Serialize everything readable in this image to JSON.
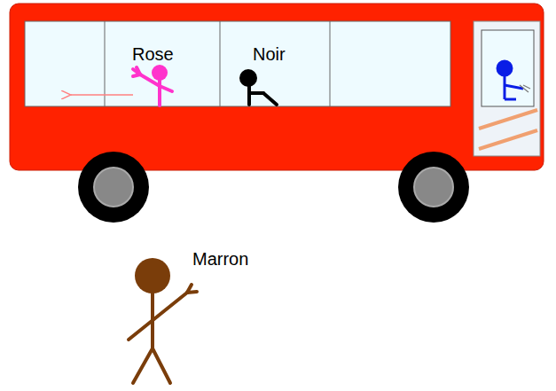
{
  "diagram": {
    "labels": [
      "Rose",
      "Noir",
      "Marron"
    ]
  }
}
